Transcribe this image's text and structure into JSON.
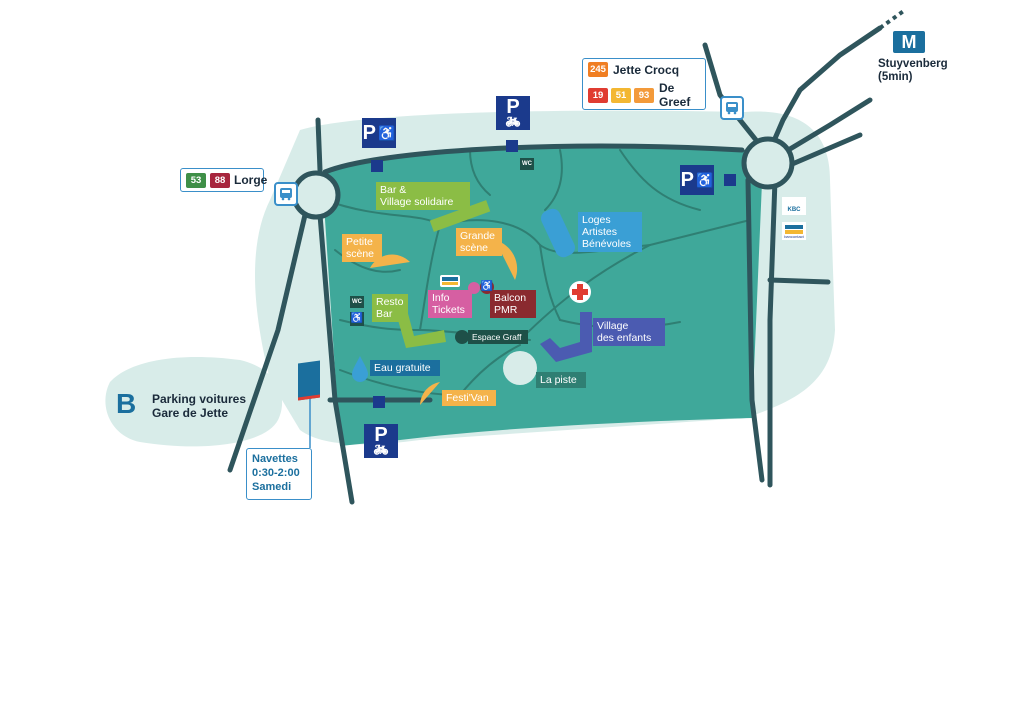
{
  "areas": {
    "bar_village": [
      "Bar &",
      "Village solidaire"
    ],
    "petite_scene": [
      "Petite",
      "scène"
    ],
    "grande_scene": [
      "Grande",
      "scène"
    ],
    "loges": [
      "Loges",
      "Artistes",
      "Bénévoles"
    ],
    "resto_bar": [
      "Resto",
      "Bar"
    ],
    "info_tickets": [
      "Info",
      "Tickets"
    ],
    "balcon_pmr": [
      "Balcon",
      "PMR"
    ],
    "village_enfants": [
      "Village",
      "des enfants"
    ],
    "espace_graff": "Espace Graff",
    "eau_gratuite": "Eau gratuite",
    "la_piste": "La piste",
    "festivan": "Festi'Van"
  },
  "transport": {
    "lorge": {
      "lines": [
        "53",
        "88"
      ],
      "stop": "Lorge"
    },
    "jette_crocq": {
      "lines": [
        "245"
      ],
      "stop": "Jette Crocq"
    },
    "de_greef": {
      "lines": [
        "19",
        "51",
        "93"
      ],
      "stop": "De Greef"
    },
    "metro": {
      "letter": "M",
      "station": "Stuyvenberg",
      "time": "(5min)"
    },
    "parking_voitures": {
      "letter": "B",
      "lines": [
        "Parking voitures",
        "Gare de Jette"
      ]
    },
    "navettes": [
      "Navettes",
      "0:30-2:00",
      "Samedi"
    ]
  },
  "icons": {
    "parking_letter": "P",
    "wc_label": "WC",
    "kbc_label": "KBC",
    "bancontact_label": "bancontact"
  },
  "colors": {
    "site": "#3fa89a",
    "surroundings": "#d8ece9",
    "roads": "#2f555c",
    "paths": "#2f7f73",
    "parking": "#1b3a8c",
    "bus_border": "#3a8fc9",
    "green_label": "#8bbd45",
    "orange_label": "#f4b34a",
    "blue_label": "#3a9fd5",
    "pink_label": "#d65fa2",
    "maroon_label": "#8a2a2f",
    "purple_label": "#4b5bb1",
    "line_53": "#3f8f47",
    "line_88": "#a7253d",
    "line_245": "#f07e22",
    "line_19": "#e03c31",
    "line_51": "#f3b732",
    "line_93": "#f39a3a"
  }
}
